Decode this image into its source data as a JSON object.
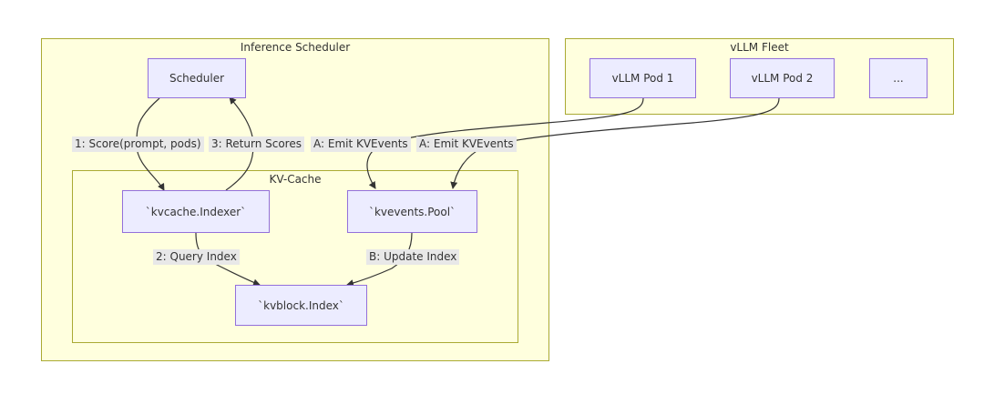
{
  "clusters": {
    "inference_scheduler": "Inference Scheduler",
    "vllm_fleet": "vLLM Fleet",
    "kv_cache": "KV-Cache"
  },
  "nodes": {
    "scheduler": "Scheduler",
    "indexer": "`kvcache.Indexer`",
    "pool": "`kvevents.Pool`",
    "kvblock": "`kvblock.Index`",
    "pod1": "vLLM Pod 1",
    "pod2": "vLLM Pod 2",
    "more": "..."
  },
  "edges": {
    "score": "1: Score(prompt, pods)",
    "return": "3: Return Scores",
    "emit1": "A: Emit KVEvents",
    "emit2": "A: Emit KVEvents",
    "query": "2: Query Index",
    "update": "B: Update Index"
  },
  "colors": {
    "cluster_fill": "#ffffde",
    "cluster_border": "#aaaa33",
    "node_fill": "#ececff",
    "node_border": "#9370db",
    "edge": "#333333",
    "label_bg": "#e8e8e8"
  }
}
